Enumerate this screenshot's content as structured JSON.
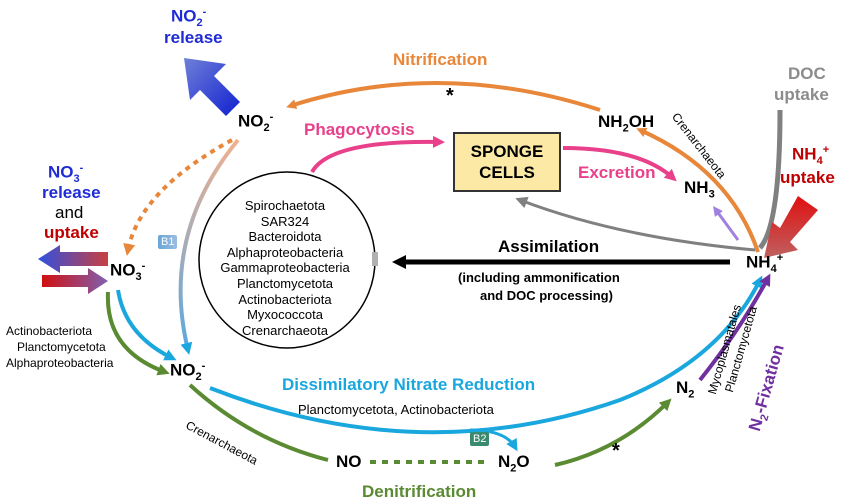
{
  "nodes": {
    "no2_top": "NO",
    "no2_top_sub": "2",
    "no2_top_sup": "-",
    "nh2oh": "NH",
    "nh2oh_sub": "2",
    "nh2oh_tail": "OH",
    "nh3": "NH",
    "nh3_sub": "3",
    "no3": "NO",
    "no3_sub": "3",
    "no3_sup": "-",
    "nh4": "NH",
    "nh4_sub": "4",
    "nh4_sup": "+",
    "no2_bottom": "NO",
    "no2_bottom_sub": "2",
    "no2_bottom_sup": "-",
    "no": "NO",
    "n2o": "N",
    "n2o_sub": "2",
    "n2o_tail": "O",
    "n2": "N",
    "n2_sub": "2"
  },
  "sponge": {
    "line1": "SPONGE",
    "line2": "CELLS"
  },
  "processes": {
    "nitrification": "Nitrification",
    "phagocytosis": "Phagocytosis",
    "excretion": "Excretion",
    "assimilation": "Assimilation",
    "assimilation_note_1": "(including ammonification",
    "assimilation_note_2": "and DOC processing)",
    "dissimilatory": "Dissimilatory Nitrate Reduction",
    "dissimilatory_taxa": "Planctomycetota, Actinobacteriota",
    "denitrification": "Denitrification",
    "n2_fixation": "N",
    "n2_fixation_sub": "2",
    "n2_fixation_tail": "-Fixation"
  },
  "exchange": {
    "no2_release_1": "NO",
    "no2_release_sub": "2",
    "no2_release_sup": "-",
    "no2_release_2": "release",
    "no3_line1": "NO",
    "no3_sub": "3",
    "no3_sup": "-",
    "no3_line2": "release",
    "no3_line3": "and",
    "no3_line4": "uptake",
    "doc_1": "DOC",
    "doc_2": "uptake",
    "nh4_1": "NH",
    "nh4_sub": "4",
    "nh4_sup": "+",
    "nh4_2": "uptake"
  },
  "taxa": {
    "circle": [
      "Spirochaetota",
      "SAR324",
      "Bacteroidota",
      "Alphaproteobacteria",
      "Gammaproteobacteria",
      "Planctomycetota",
      "Actinobacteriota",
      "Myxococcota",
      "Crenarchaeota"
    ],
    "crenarchaeota_top": "Crenarchaeota",
    "denit_taxa_1": "Actinobacteriota",
    "denit_taxa_2": "Planctomycetota",
    "denit_taxa_3": "Alphaproteobacteria",
    "crenarchaeota_bottom": "Crenarchaeota",
    "fix_taxa_1": "Mycoplasmatales",
    "fix_taxa_2": "Planctomycetota"
  },
  "badges": {
    "b1": "B1",
    "b2": "B2"
  },
  "marks": {
    "asterisk": "*"
  },
  "colors": {
    "nitrification": "#e8873a",
    "phagocytosis": "#e8408a",
    "dissimilatory": "#1aa7de",
    "denitrification": "#5a8a32",
    "fixation": "#7030a0",
    "release_blue": "#1f2bd6",
    "uptake_red": "#c00000",
    "doc_grey": "#8c8c8c"
  }
}
